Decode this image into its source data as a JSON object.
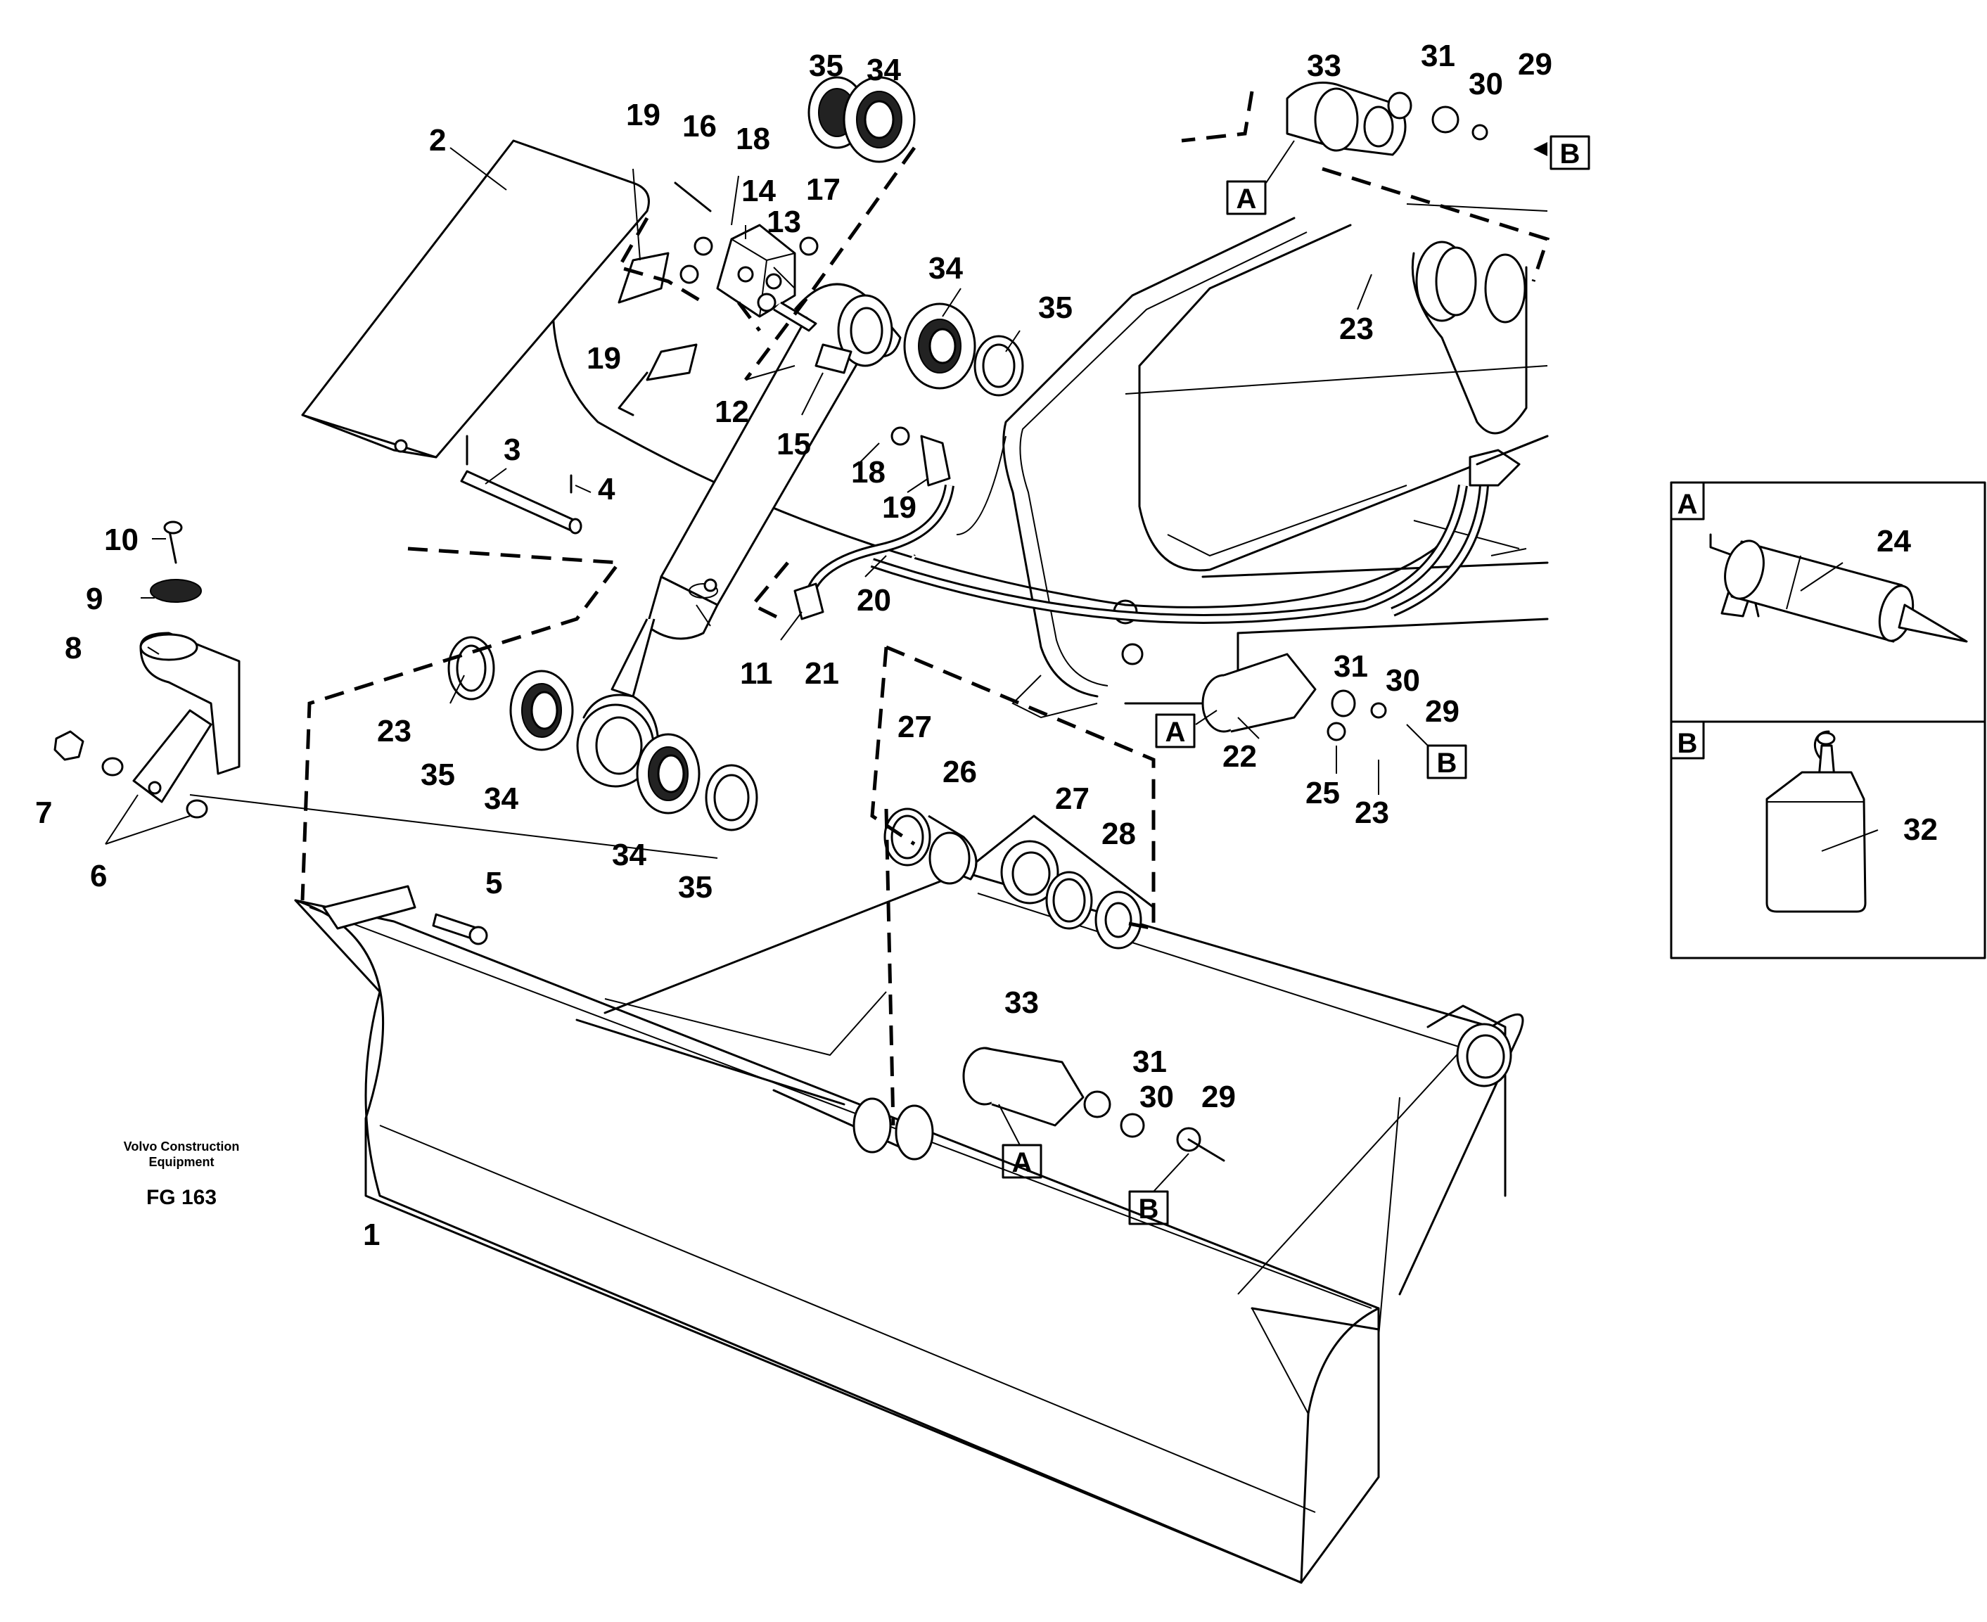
{
  "diagram": {
    "caption_line1": "Volvo Construction",
    "caption_line2": "Equipment",
    "figure_code": "FG 163"
  },
  "labels": {
    "n1": "1",
    "n2": "2",
    "n3": "3",
    "n4": "4",
    "n5": "5",
    "n6": "6",
    "n7": "7",
    "n8": "8",
    "n9": "9",
    "n10": "10",
    "n11": "11",
    "n12": "12",
    "n13": "13",
    "n14": "14",
    "n15": "15",
    "n16": "16",
    "n17": "17",
    "n18a": "18",
    "n18b": "18",
    "n19a": "19",
    "n19b": "19",
    "n19c": "19",
    "n20": "20",
    "n21": "21",
    "n22": "22",
    "n23a": "23",
    "n23b": "23",
    "n23c": "23",
    "n24": "24",
    "n25": "25",
    "n26": "26",
    "n27a": "27",
    "n27b": "27",
    "n28": "28",
    "n29a": "29",
    "n29b": "29",
    "n29c": "29",
    "n30a": "30",
    "n30b": "30",
    "n30c": "30",
    "n31a": "31",
    "n31b": "31",
    "n31c": "31",
    "n32": "32",
    "n33a": "33",
    "n33b": "33",
    "n34a": "34",
    "n34b": "34",
    "n34c": "34",
    "n34d": "34",
    "n35a": "35",
    "n35b": "35",
    "n35c": "35",
    "n35d": "35"
  },
  "markers": {
    "a1": "A",
    "a2": "A",
    "a3": "A",
    "b1": "B",
    "b2": "B",
    "b3": "B"
  },
  "legend": {
    "a_title": "A",
    "b_title": "B"
  }
}
